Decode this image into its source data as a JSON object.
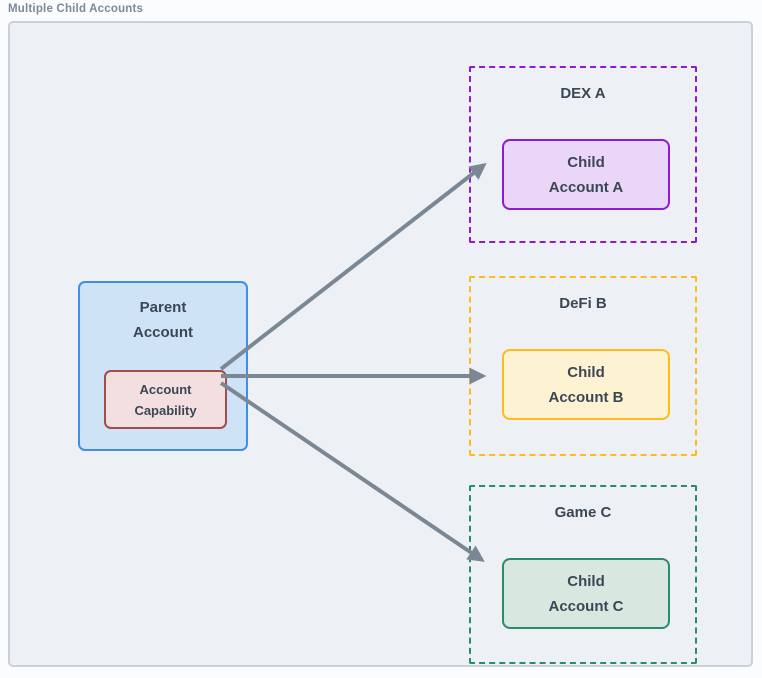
{
  "page": {
    "title": "Multiple Child Accounts"
  },
  "parent": {
    "label": "Parent\nAccount",
    "capability_label": "Account\nCapability"
  },
  "zones": [
    {
      "title": "DEX A",
      "child_label": "Child\nAccount A"
    },
    {
      "title": "DeFi B",
      "child_label": "Child\nAccount B"
    },
    {
      "title": "Game C",
      "child_label": "Child\nAccount C"
    }
  ],
  "colors": {
    "page_bg": "#fbfcfd",
    "canvas_bg": "#edf1f5",
    "canvas_border": "#c9d1db",
    "title_text": "#7e8a99",
    "text": "#3b4754",
    "parent_fill": "#cfe3f6",
    "parent_border": "#3f8fe8",
    "capability_fill": "#f3dfdf",
    "capability_border": "#a14d49",
    "dex_accent": "#8d1bd4",
    "dex_fill": "#ead6f8",
    "defi_accent": "#fbbd1c",
    "defi_fill": "#fdf3d2",
    "game_accent": "#2e8b6a",
    "game_fill": "#d8e8e1",
    "arrow": "#7b8894"
  }
}
